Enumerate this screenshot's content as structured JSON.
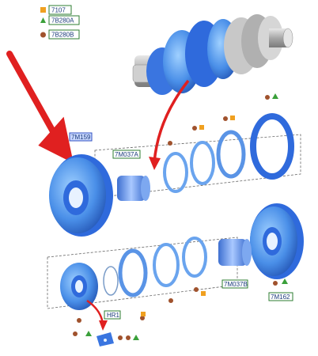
{
  "legend": [
    {
      "symbol": "square",
      "color": "#f0a020",
      "code": "7107"
    },
    {
      "symbol": "triangle",
      "color": "#3aa03a",
      "code": "7B280A"
    },
    {
      "symbol": "circle",
      "color": "#a0522d",
      "code": "7B280B"
    }
  ],
  "labels": {
    "gear_top_left": "7M159",
    "bearing_top": "7M037A",
    "bearing_bottom": "7M037B",
    "ring_small": "HR1",
    "gear_bottom_right": "7M162"
  },
  "colors": {
    "part_blue": "#4a8fe8",
    "part_blue_dark": "#2a5fc0",
    "shaft_grey": "#b8b8b8",
    "arrow_red": "#e02020",
    "frame": "#555555"
  }
}
